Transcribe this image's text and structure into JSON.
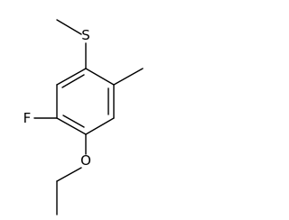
{
  "molecule": {
    "atoms": {
      "sulfur": "S",
      "fluorine": "F",
      "oxygen": "O"
    }
  }
}
